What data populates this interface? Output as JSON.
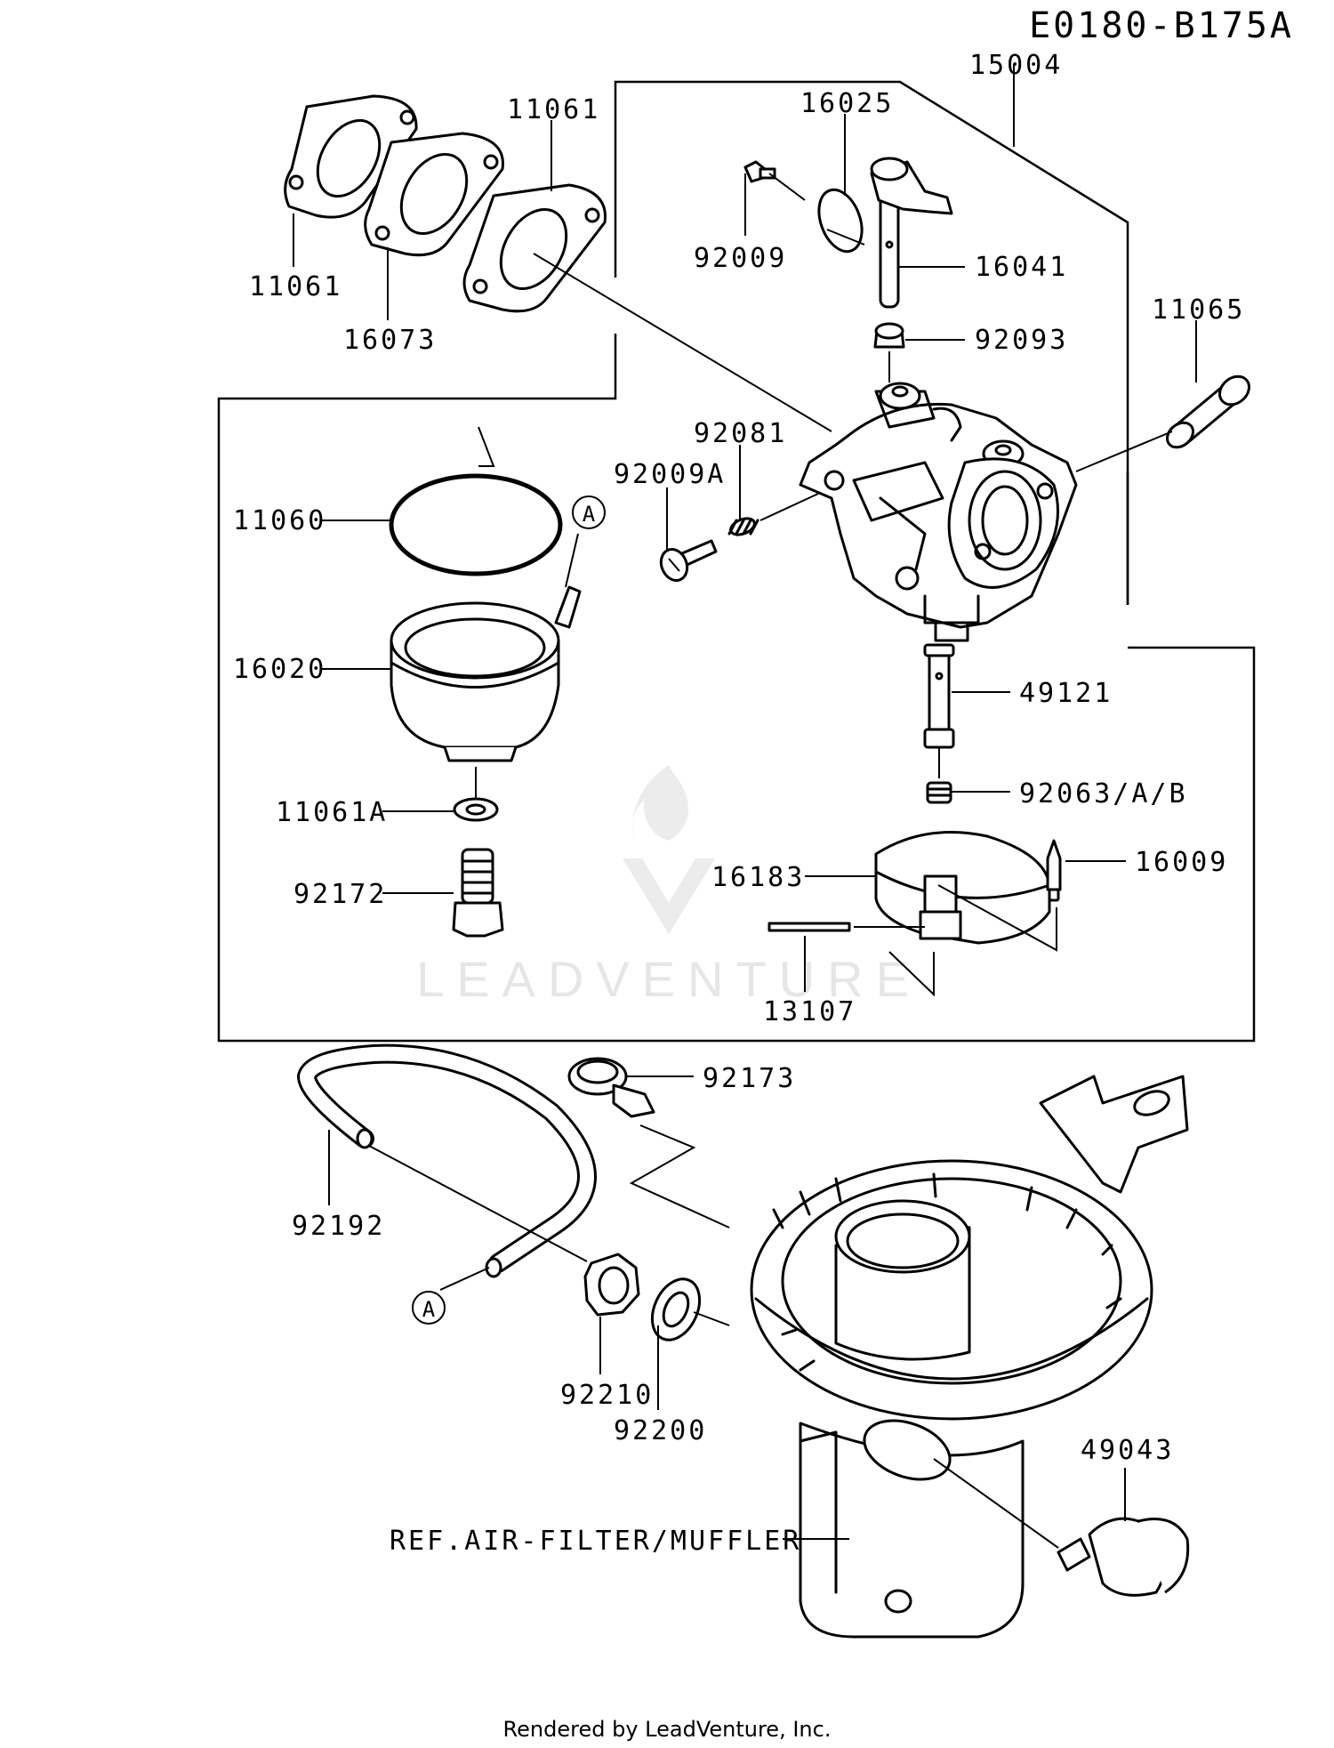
{
  "diagram_code": "E0180-B175A",
  "watermark": "LEADVENTURE",
  "footer": "Rendered by LeadVenture, Inc.",
  "callout_a": "A",
  "labels": {
    "p11061_top": "11061",
    "p11061_left": "11061",
    "p16073": "16073",
    "p15004": "15004",
    "p16025": "16025",
    "p92009": "92009",
    "p16041": "16041",
    "p11065": "11065",
    "p92093": "92093",
    "p92081": "92081",
    "p92009a": "92009A",
    "p11060": "11060",
    "p16020": "16020",
    "p49121": "49121",
    "p92063": "92063/A/B",
    "p11061a": "11061A",
    "p16183": "16183",
    "p16009": "16009",
    "p92172": "92172",
    "p13107": "13107",
    "p92173": "92173",
    "p92192": "92192",
    "p92210": "92210",
    "p92200": "92200",
    "p49043": "49043",
    "ref_air_filter": "REF.AIR-FILTER/MUFFLER"
  }
}
